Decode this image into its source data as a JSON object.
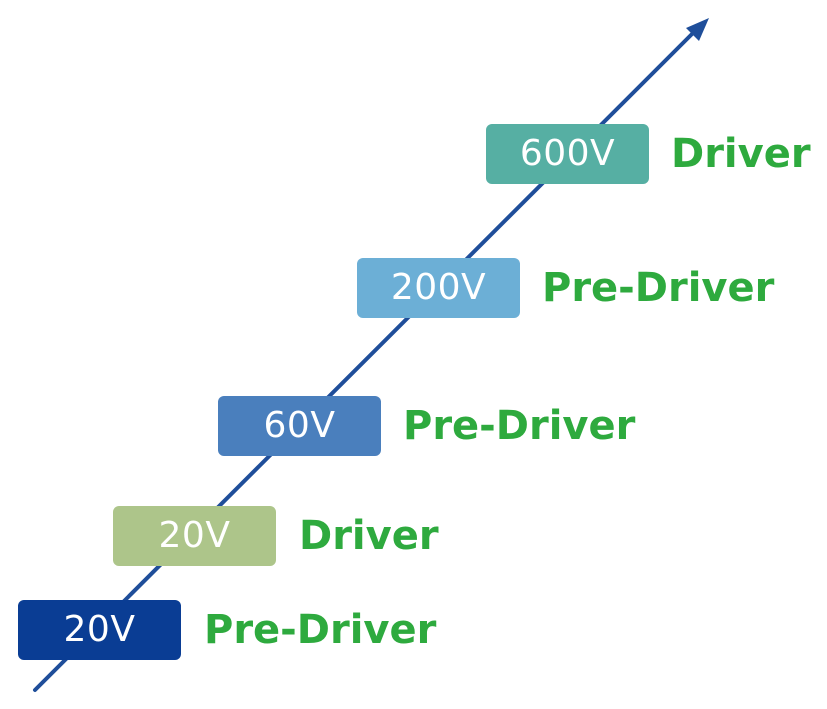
{
  "colors": {
    "arrow": "#1F4E9A",
    "type_text": "#2EAA3E"
  },
  "steps": [
    {
      "voltage": "600V",
      "type": "Driver",
      "box_color": "#56AFA3"
    },
    {
      "voltage": "200V",
      "type": "Pre-Driver",
      "box_color": "#6CAFD6"
    },
    {
      "voltage": "60V",
      "type": "Pre-Driver",
      "box_color": "#4A7FBD"
    },
    {
      "voltage": "20V",
      "type": "Driver",
      "box_color": "#ADC58A"
    },
    {
      "voltage": "20V",
      "type": "Pre-Driver",
      "box_color": "#0A3D94"
    }
  ]
}
